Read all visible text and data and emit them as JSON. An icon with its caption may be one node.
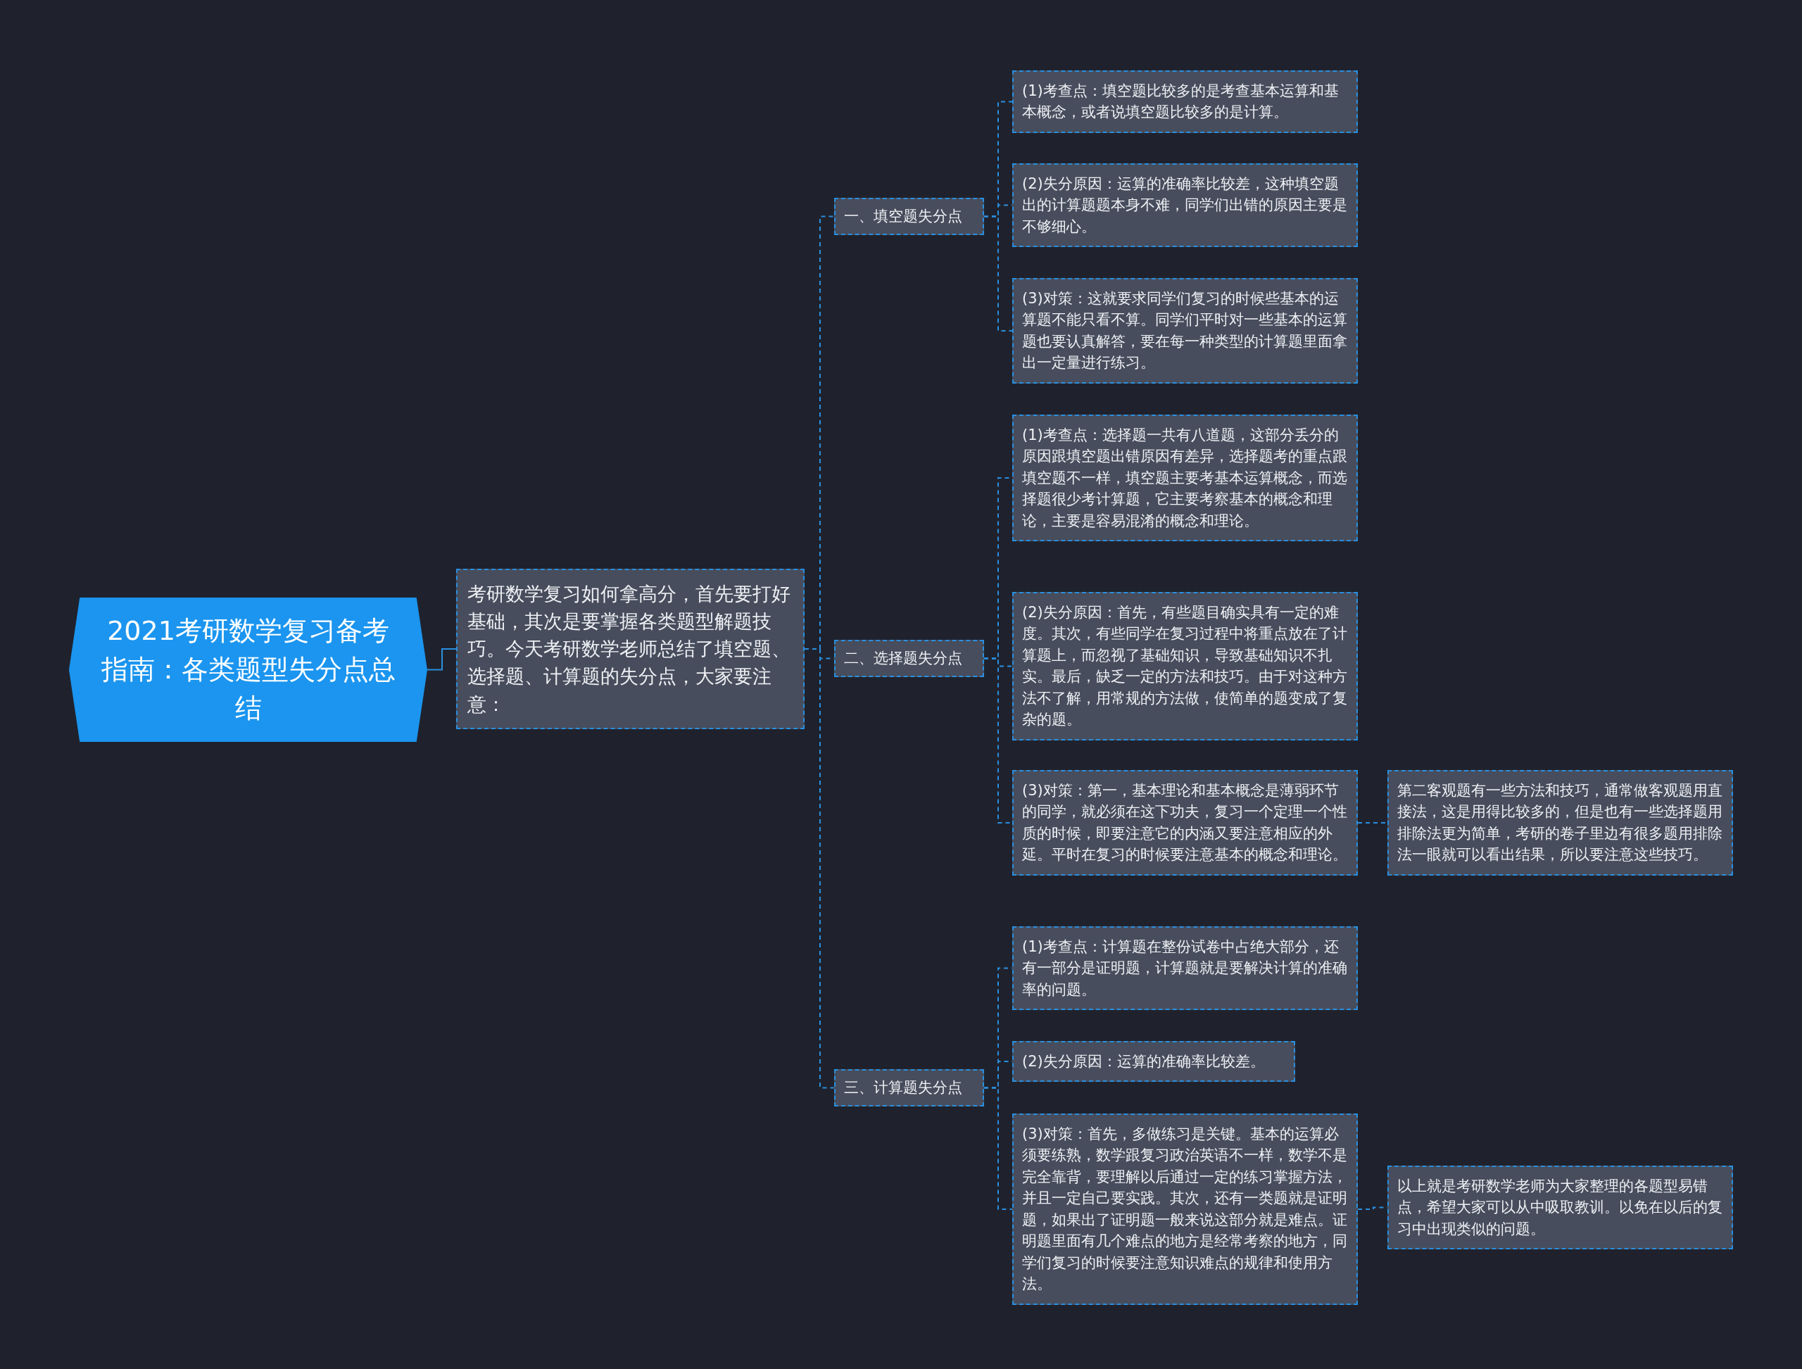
{
  "diagram": {
    "nodes": [
      {
        "text": [
          "2021考研数学复习备考指南：各类题型失分点总结"
        ]
      },
      {
        "text": [
          "考研数学复习如何拿高分，首先要打好基础，其次是要掌握各类题型解题技巧。今天考研数学老师总结了填空题、选择题、计算题的失分点，大家要注意："
        ]
      },
      {
        "text": [
          "一、填空题失分点"
        ]
      },
      {
        "text": [
          "(1)考查点：填空题比较多的是考查基本运算和基本概念，或者说填空题比较多的是计算。"
        ]
      },
      {
        "text": [
          "(2)失分原因：运算的准确率比较差，这种填空题出的计算题题本身不难，同学们出错的原因主要是不够细心。"
        ]
      },
      {
        "text": [
          "(3)对策：这就要求同学们复习的时候些基本的运算题不能只看不算。同学们平时对一些基本的运算题也要认真解答，要在每一种类型的计算题里面拿出一定量进行练习。"
        ]
      },
      {
        "text": [
          "二、选择题失分点"
        ]
      },
      {
        "text": [
          "(1)考查点：选择题一共有八道题，这部分丢分的原因跟填空题出错原因有差异，选择题考的重点跟填空题不一样，填空题主要考基本运算概念，而选择题很少考计算题，它主要考察基本的概念和理论，主要是容易混淆的概念和理论。"
        ]
      },
      {
        "text": [
          "(2)失分原因：首先，有些题目确实具有一定的难度。其次，有些同学在复习过程中将重点放在了计算题上，而忽视了基础知识，导致基础知识不扎实。最后，缺乏一定的方法和技巧。由于对这种方法不了解，用常规的方法做，使简单的题变成了复杂的题。"
        ]
      },
      {
        "text": [
          "(3)对策：第一，基本理论和基本概念是薄弱环节的同学，就必须在这下功夫，复习一个定理一个性质的时候，即要注意它的内涵又要注意相应的外延。平时在复习的时候要注意基本的概念和理论。"
        ]
      },
      {
        "text": [
          "第二客观题有一些方法和技巧，通常做客观题用直接法，这是用得比较多的，但是也有一些选择题用排除法更为简单，考研的卷子里边有很多题用排除法一眼就可以看出结果，所以要注意这些技巧。"
        ]
      },
      {
        "text": [
          "三、计算题失分点"
        ]
      },
      {
        "text": [
          "(1)考查点：计算题在整份试卷中占绝大部分，还有一部分是证明题，计算题就是要解决计算的准确率的问题。"
        ]
      },
      {
        "text": [
          "(2)失分原因：运算的准确率比较差。"
        ]
      },
      {
        "text": [
          "(3)对策：首先，多做练习是关键。基本的运算必须要练熟，数学跟复习政治英语不一样，数学不是完全靠背，要理解以后通过一定的练习掌握方法，并且一定自己要实践。其次，还有一类题就是证明题，如果出了证明题一般来说这部分就是难点。证明题里面有几个难点的地方是经常考察的地方，同学们复习的时候要注意知识难点的规律和使用方法。"
        ]
      },
      {
        "text": [
          "以上就是考研数学老师为大家整理的各题型易错点，希望大家可以从中吸取教训。以免在以后的复习中出现类似的问题。"
        ]
      }
    ],
    "edges": [
      {
        "from": 0,
        "to": 1,
        "arrow": "none"
      },
      {
        "from": 1,
        "to": 2,
        "arrow": "none",
        "style": "dashed"
      },
      {
        "from": 1,
        "to": 6,
        "arrow": "none",
        "style": "dashed"
      },
      {
        "from": 1,
        "to": 11,
        "arrow": "none",
        "style": "dashed"
      },
      {
        "from": 2,
        "to": 3,
        "arrow": "none",
        "style": "dashed"
      },
      {
        "from": 2,
        "to": 4,
        "arrow": "none",
        "style": "dashed"
      },
      {
        "from": 2,
        "to": 5,
        "arrow": "none",
        "style": "dashed"
      },
      {
        "from": 6,
        "to": 7,
        "arrow": "none",
        "style": "dashed"
      },
      {
        "from": 6,
        "to": 8,
        "arrow": "none",
        "style": "dashed"
      },
      {
        "from": 6,
        "to": 9,
        "arrow": "none",
        "style": "dashed"
      },
      {
        "from": 9,
        "to": 10,
        "arrow": "none",
        "style": "dashed"
      },
      {
        "from": 11,
        "to": 12,
        "arrow": "none",
        "style": "dashed"
      },
      {
        "from": 11,
        "to": 13,
        "arrow": "none",
        "style": "dashed"
      },
      {
        "from": 11,
        "to": 14,
        "arrow": "none",
        "style": "dashed"
      },
      {
        "from": 14,
        "to": 15,
        "arrow": "none",
        "style": "dashed"
      }
    ]
  }
}
